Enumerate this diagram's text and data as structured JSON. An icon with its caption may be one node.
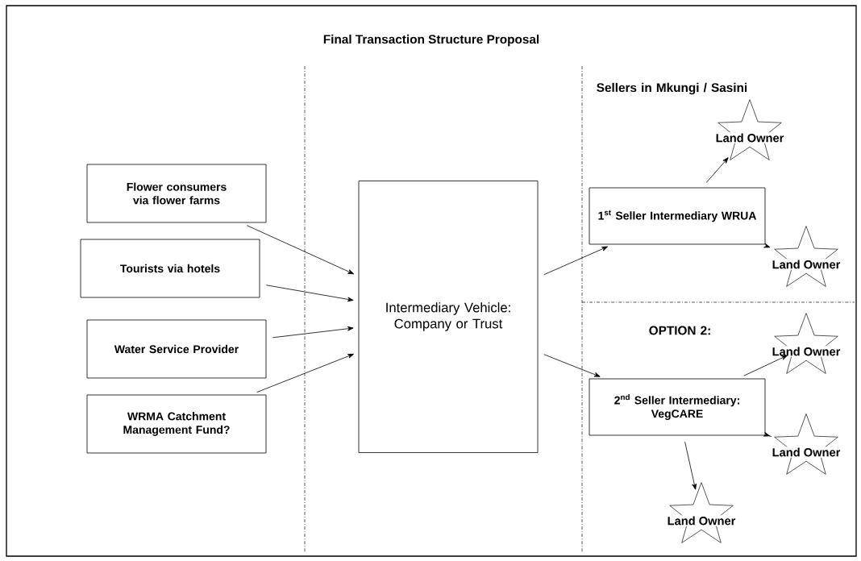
{
  "diagram": {
    "title": "Final Transaction Structure Proposal",
    "nodes": [
      {
        "text": [
          "Flower consumers via flower farms"
        ]
      },
      {
        "text": [
          "Tourists via hotels"
        ]
      },
      {
        "text": [
          "Water Service Provider"
        ]
      },
      {
        "text": [
          "WRMA Catchment Management Fund?"
        ]
      },
      {
        "text": [
          "Intermediary Vehicle: Company or Trust"
        ]
      },
      {
        "text": [
          "1$^{st}$ Seller Intermediary WRUA"
        ]
      },
      {
        "text": [
          "Land Owner"
        ]
      },
      {
        "text": [
          "Land Owner"
        ]
      },
      {
        "text": [
          "2$^{nd}$ Seller Intermediary: VegCARE"
        ]
      },
      {
        "text": [
          "Land Owner"
        ]
      },
      {
        "text": [
          "Land Owner"
        ]
      },
      {
        "text": [
          "Land Owner"
        ]
      }
    ],
    "edges": [
      {
        "from": 0,
        "to": 4,
        "arrow": "to"
      },
      {
        "from": 1,
        "to": 4,
        "arrow": "to"
      },
      {
        "from": 2,
        "to": 4,
        "arrow": "to"
      },
      {
        "from": 3,
        "to": 4,
        "arrow": "to"
      },
      {
        "from": 4,
        "to": 5,
        "arrow": "to"
      },
      {
        "from": 4,
        "to": 8,
        "arrow": "to"
      },
      {
        "from": 5,
        "to": 6,
        "arrow": "to"
      },
      {
        "from": 5,
        "to": 7,
        "arrow": "to"
      },
      {
        "from": 8,
        "to": 9,
        "arrow": "to"
      },
      {
        "from": 8,
        "to": 10,
        "arrow": "to"
      },
      {
        "from": 8,
        "to": 11,
        "arrow": "to"
      }
    ],
    "labels": [
      "Sellers in Mkungi / Sasini",
      "OPTION 2:"
    ]
  }
}
